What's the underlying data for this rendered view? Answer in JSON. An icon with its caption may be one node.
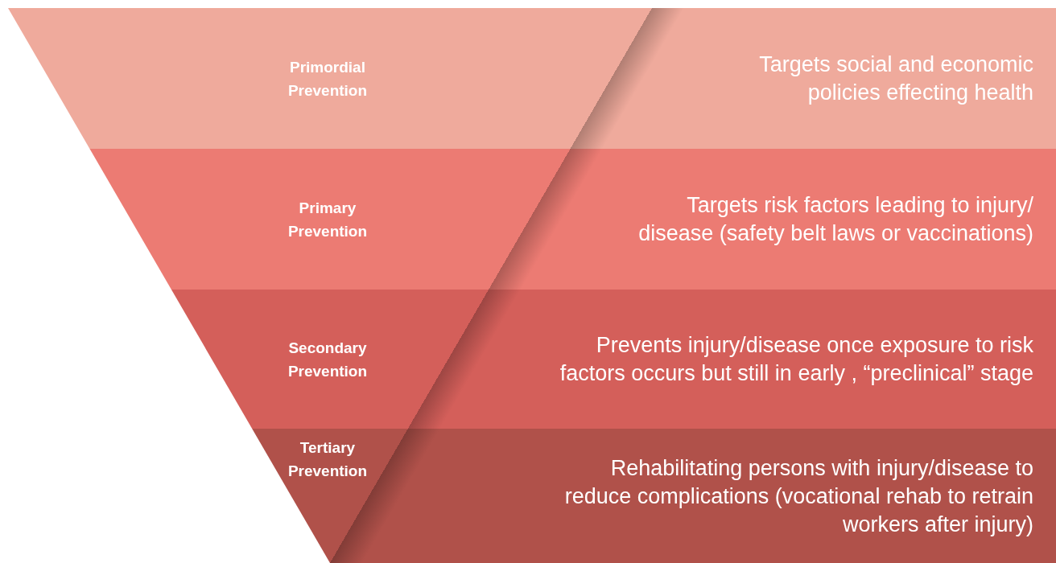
{
  "diagram": {
    "nodes": [
      {
        "text": [
          "Primordial Prevention",
          "Targets social and economic policies effecting health"
        ]
      },
      {
        "text": [
          "Primary Prevention",
          "Targets risk factors leading to injury/ disease (safety belt laws or vaccinations)"
        ]
      },
      {
        "text": [
          "Secondary Prevention",
          "Prevents injury/disease once exposure to risk factors occurs but still in early , “preclinical” stage"
        ]
      },
      {
        "text": [
          "Tertiary Prevention",
          "Rehabilitating persons with injury/disease to reduce complications (vocational rehab to retrain workers after injury)"
        ]
      }
    ]
  }
}
